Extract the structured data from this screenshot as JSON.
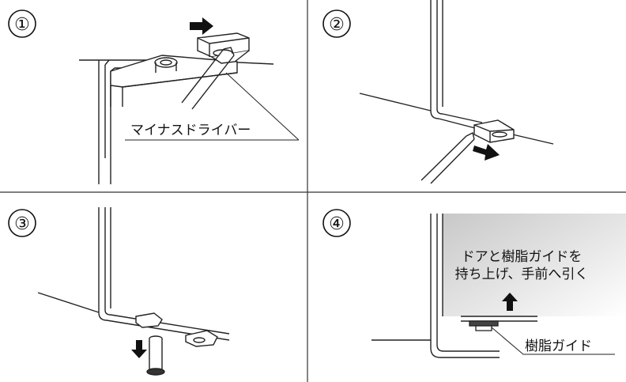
{
  "panels": [
    {
      "step": "①"
    },
    {
      "step": "②"
    },
    {
      "step": "③"
    },
    {
      "step": "④"
    }
  ],
  "labels": {
    "screwdriver": "マイナスドライバー",
    "instruction_line1": "ドアと樹脂ガイドを",
    "instruction_line2": "持ち上げ、手前へ引く",
    "resin_guide": "樹脂ガイド"
  }
}
